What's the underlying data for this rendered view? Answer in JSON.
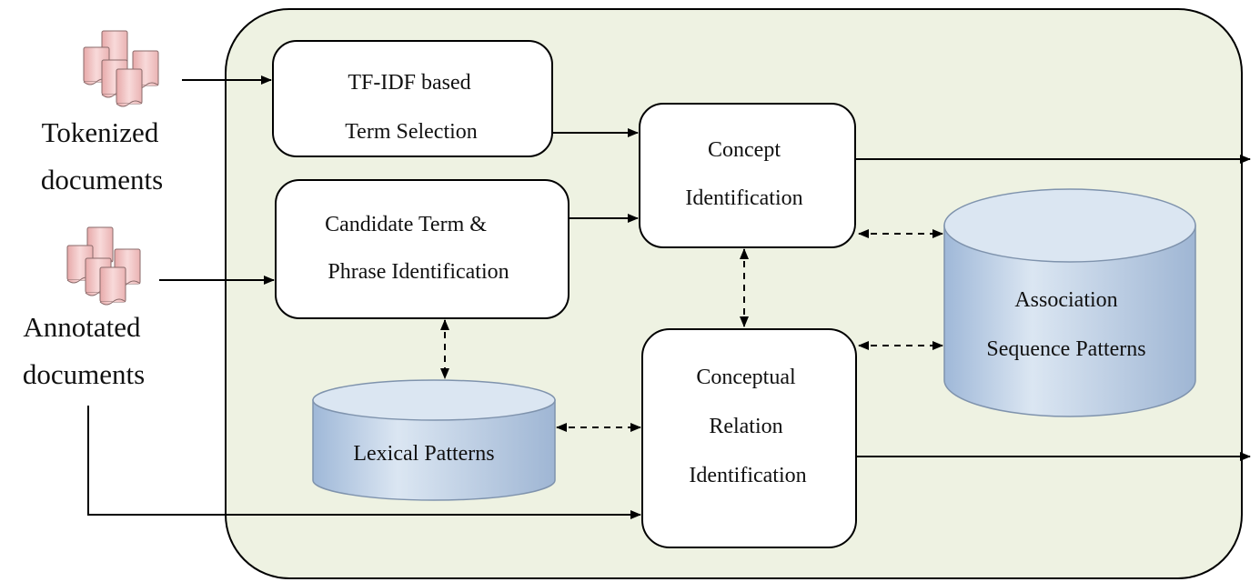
{
  "inputs": {
    "tokenized": {
      "line1": "Tokenized",
      "line2": "documents"
    },
    "annotated": {
      "line1": "Annotated",
      "line2": "documents"
    }
  },
  "boxes": {
    "tfidf": {
      "line1": "TF-IDF based",
      "line2": "Term Selection"
    },
    "candidate": {
      "line1": "Candidate Term &",
      "line2": "Phrase Identification"
    },
    "concept": {
      "line1": "Concept",
      "line2": "Identification"
    },
    "relation": {
      "line1": "Conceptual",
      "line2": "Relation",
      "line3": "Identification"
    }
  },
  "stores": {
    "lexical": {
      "label": "Lexical Patterns"
    },
    "association": {
      "line1": "Association",
      "line2": "Sequence Patterns"
    }
  },
  "colors": {
    "panel_fill": "#eef2e2",
    "cylinder_body": "#b8cde6",
    "cylinder_top": "#d9e6f3",
    "document_icon": "#f5c6c6"
  }
}
